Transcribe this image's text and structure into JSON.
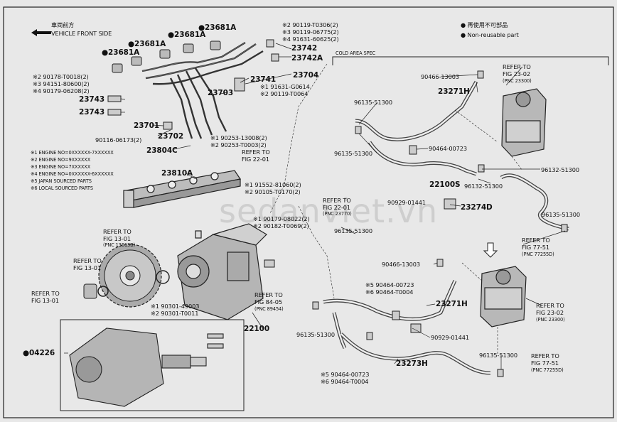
{
  "header": {
    "front_jp": "車両前方",
    "front_en": "VEHICLE FRONT SIDE"
  },
  "legend": {
    "nonuse_jp": "● 再使用不可部品",
    "nonuse_en": "● Non-reusable part",
    "cold": "COLD AREA SPEC"
  },
  "notes": [
    "※1 ENGINE NO=0XXXXXX-7XXXXXX",
    "※2 ENGINE NO=9XXXXXX",
    "※3 ENGINE NO=7XXXXXX",
    "※4 ENGINE NO=0XXXXXX-6XXXXXX",
    "※5 JAPAN SOURCED PARTS",
    "※6 LOCAL SOURCED PARTS"
  ],
  "parts": {
    "p23681a_1": "●23681A",
    "p23681a_2": "●23681A",
    "p23681a_3": "●23681A",
    "p23681a_4": "●23681A",
    "p23742": "23742",
    "p23742a": "23742A",
    "p23704": "23704",
    "p23741": "23741",
    "p23703": "23703",
    "p23743a": "23743",
    "p23743b": "23743",
    "p23701": "23701",
    "p23702": "23702",
    "p23804c": "23804C",
    "p23810a": "23810A",
    "p22100": "22100",
    "p04226": "●04226",
    "p23271h_1": "23271H",
    "p22100s": "22100S",
    "p23274d": "23274D",
    "p23271h_2": "23271H",
    "p23273h": "23273H",
    "n90119t0306": "※2 90119-T0306(2)",
    "n9011906775": "※3 90119-06775(2)",
    "n9163160625": "※4 91631-60625(2)",
    "n90178t0018": "※2 90178-T0018(2)",
    "n9415180600": "※3 94151-80600(2)",
    "n9017906208": "※4 90179-06208(2)",
    "n91631g0614": "※1 91631-G0614",
    "n90119t0064": "※2 90119-T0064",
    "n9011606173": "90116-06173(2)",
    "n9025313008": "※1 90253-13008(2)",
    "n90253t0003": "※2 90253-T0003(2)",
    "n9155281060": "※1 91552-81060(2)",
    "n90105t0170": "※2 90105-T0170(2)",
    "n9017908022": "※1 90179-08022(2)",
    "n90182t0069": "※2 90182-T0069(2)",
    "n9030149003": "※1 90301-49003",
    "n90301t0011": "※2 90301-T0011",
    "n9046613003a": "90466-13003",
    "n9613551300a": "96135-51300",
    "n9613551300b": "96135-51300",
    "n9046400723a": "90464-00723",
    "n9613251300": "96132-51300",
    "n9613251300b": "96132-51300",
    "n9092901441a": "90929-01441",
    "n9613551300c": "96135-51300",
    "n9613551300d": "96135-51300",
    "n9046613003b": "90466-13003",
    "n9046400723b": "※5 90464-00723",
    "n90464t0004a": "※6 90464-T0004",
    "n9613551300e": "96135-51300",
    "n9092901441b": "90929-01441",
    "n9613551300f": "96135-51300",
    "n9046400723c": "※5 90464-00723",
    "n90464t0004b": "※6 90464-T0004"
  },
  "refs": {
    "r2201_a": "REFER TO",
    "r2201_b": "FIG 22-01",
    "r2202_a": "REFER TO",
    "r2202_b": "FIG 23-02",
    "r2202_c": "(PNC 23300)",
    "r2201b_a": "REFER TO",
    "r2201b_b": "FIG 22-01",
    "r2201b_c": "(PNC 23770)",
    "r7751_a": "REFER TO",
    "r7751_b": "FIG 77-51",
    "r7751_c": "(PNC 77255D)",
    "r1301a_a": "REFER TO",
    "r1301a_b": "FIG 13-01",
    "r1301a_c": "(PNC 13613B)",
    "r1301b_a": "REFER TO",
    "r1301b_b": "FIG 13-01",
    "r1301c_a": "REFER TO",
    "r1301c_b": "FIG 13-01",
    "r8405_a": "REFER TO",
    "r8405_b": "FIG 84-05",
    "r8405_c": "(PNC 89454)",
    "r2302b_a": "REFER TO",
    "r2302b_b": "FIG 23-02",
    "r2302b_c": "(PNC 23300)",
    "r7751b_a": "REFER TO",
    "r7751b_b": "FIG 77-51",
    "r7751b_c": "(PNC 77255D)"
  },
  "watermark": "sedanviet.vn"
}
